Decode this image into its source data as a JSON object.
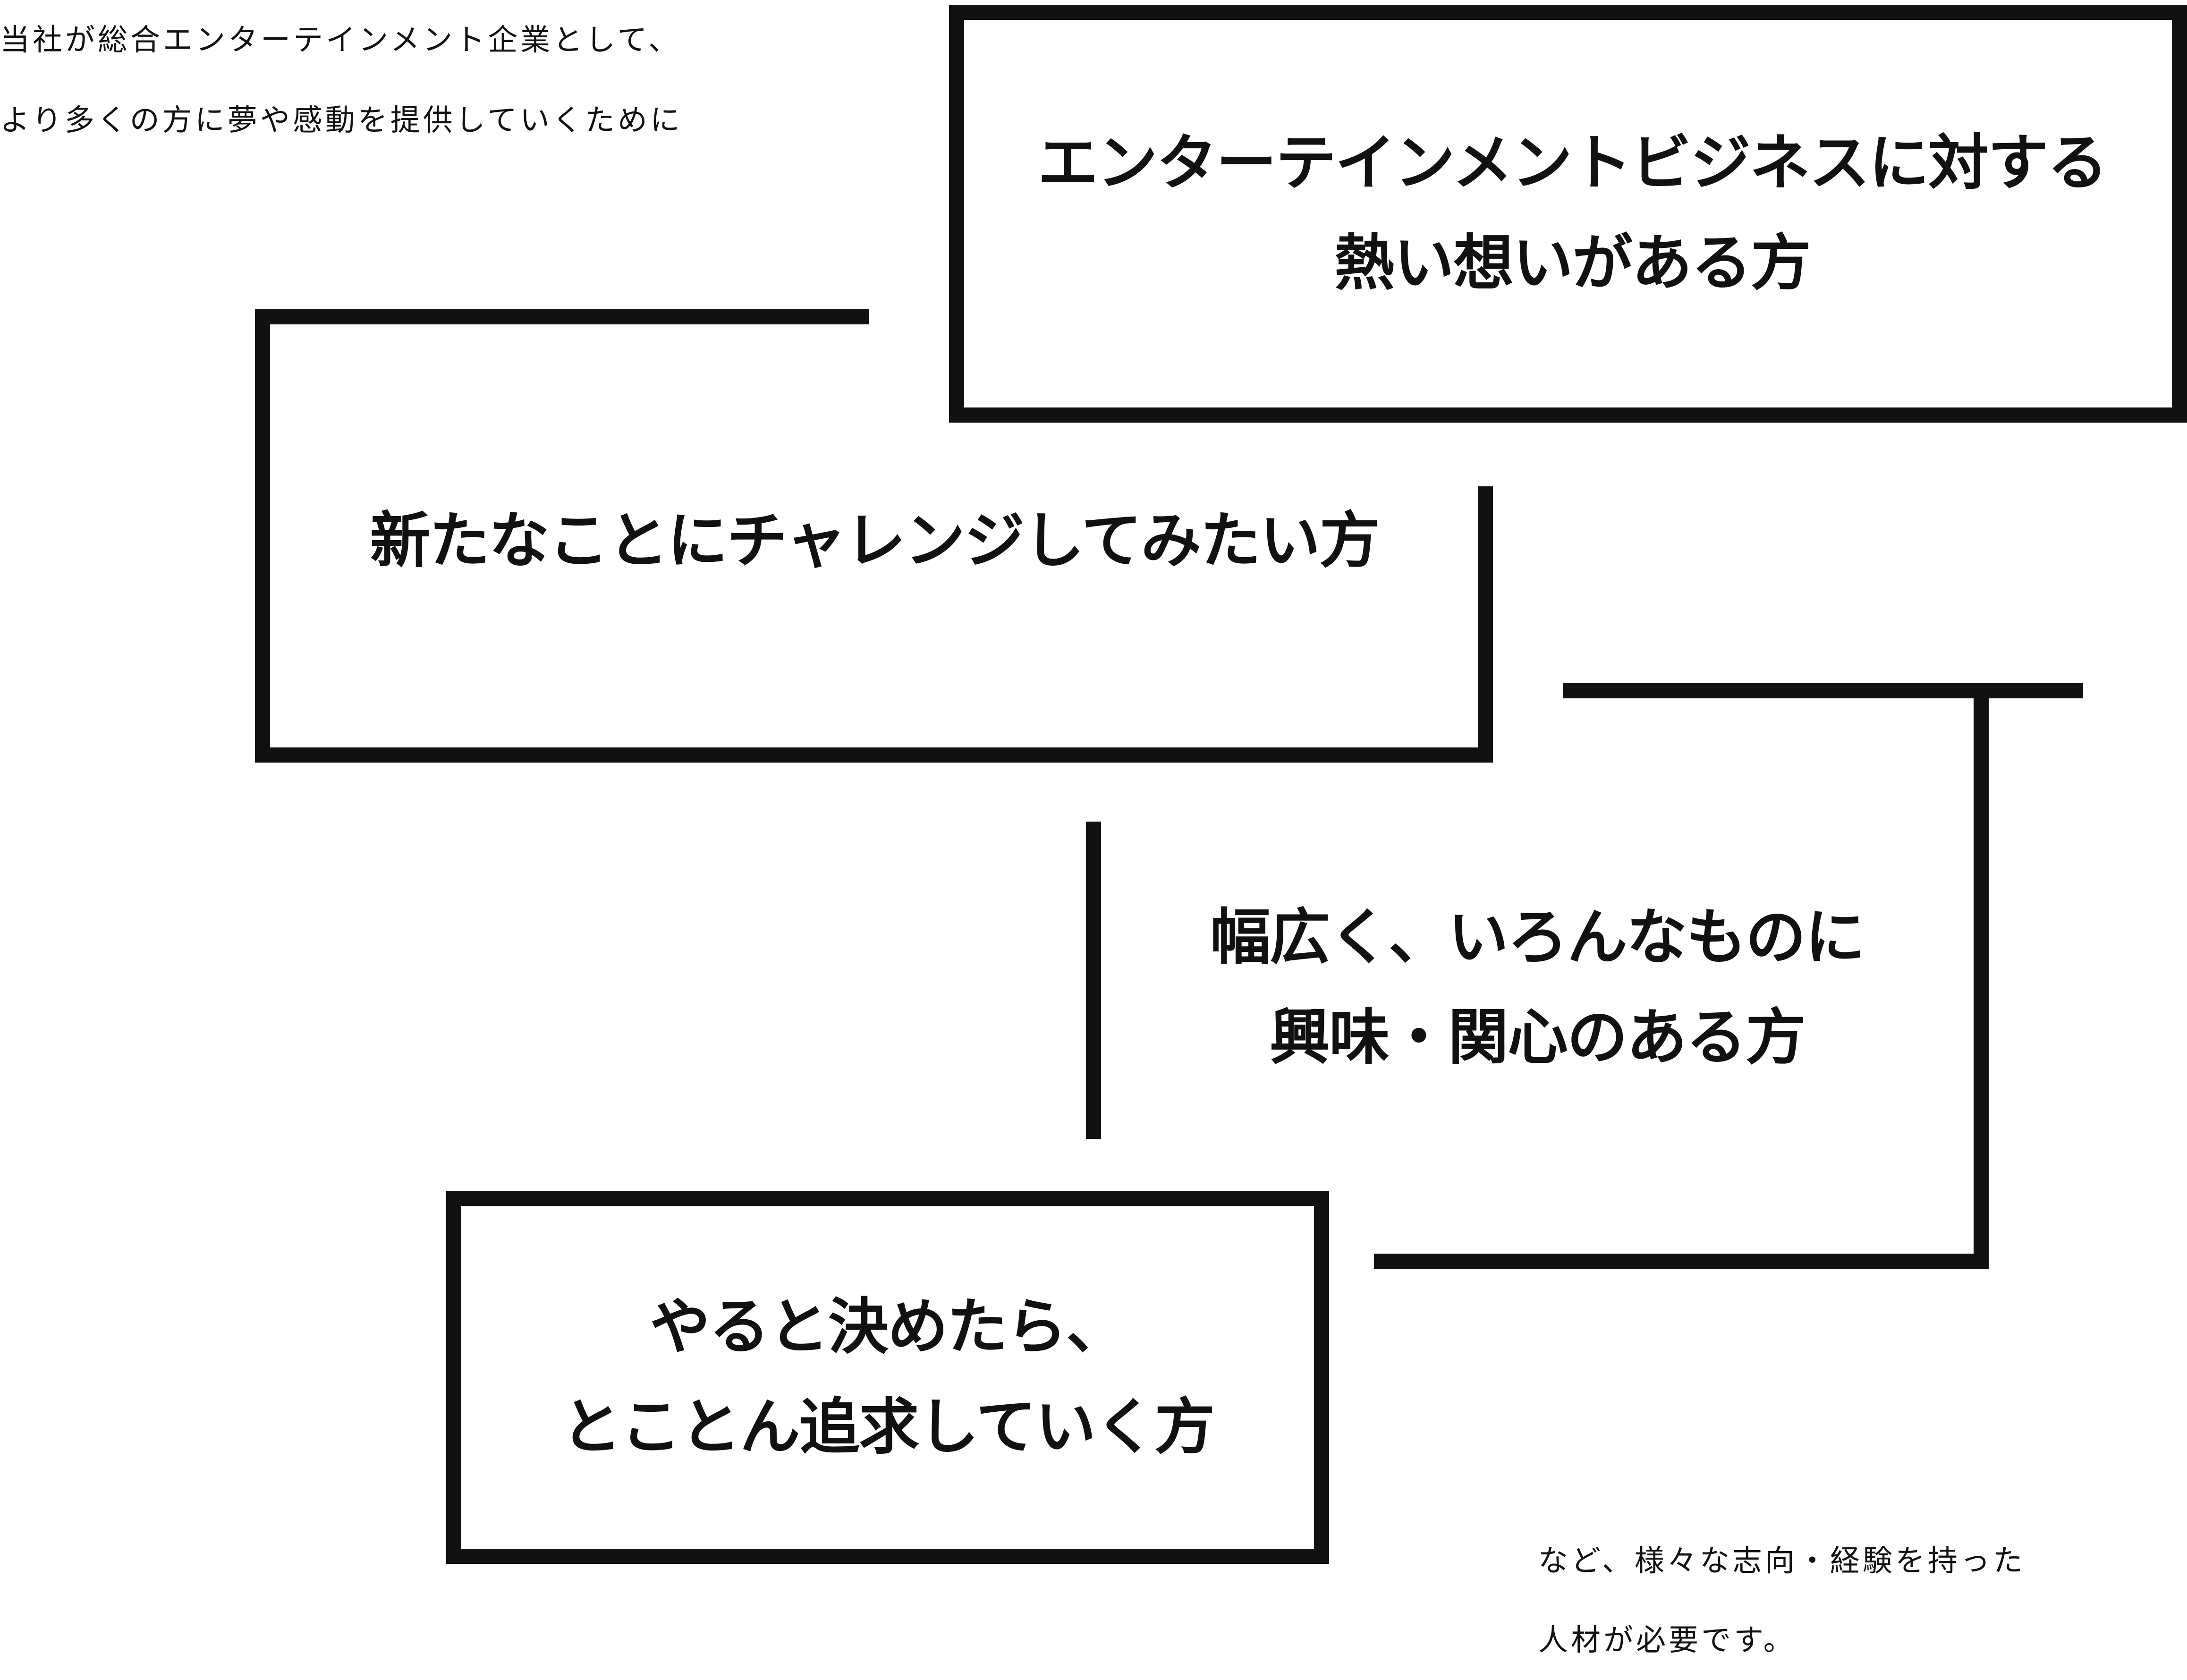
{
  "intro": {
    "lines": [
      "当社が総合エンターテインメント企業として、",
      "より多くの方に夢や感動を提供していくために"
    ]
  },
  "traits": [
    {
      "lines": [
        "エンターテインメントビジネスに対する",
        "熱い想いがある方"
      ]
    },
    {
      "lines": [
        "新たなことにチャレンジしてみたい方"
      ]
    },
    {
      "lines": [
        "幅広く、いろんなものに",
        "興味・関心のある方"
      ]
    },
    {
      "lines": [
        "やると決めたら、",
        "とことん追求していく方"
      ]
    }
  ],
  "outro": {
    "lines": [
      "など、様々な志向・経験を持った",
      "人材が必要です。"
    ]
  },
  "colors": {
    "ink": "#111111",
    "background": "#ffffff"
  }
}
